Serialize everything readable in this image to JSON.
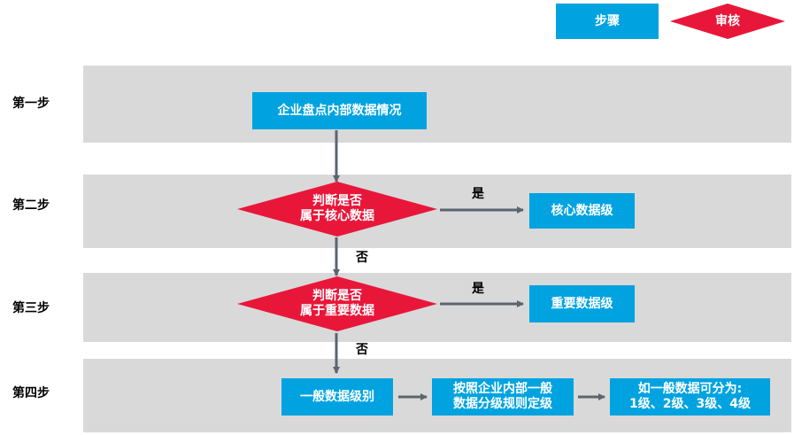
{
  "legend": {
    "step_label": "步骤",
    "review_label": "审核"
  },
  "steps": [
    {
      "label": "第一步"
    },
    {
      "label": "第二步"
    },
    {
      "label": "第三步"
    },
    {
      "label": "第四步"
    }
  ],
  "nodes": {
    "start": "企业盘点内部数据情况",
    "decision1_line1": "判断是否",
    "decision1_line2": "属于核心数据",
    "core": "核心数据级",
    "decision2_line1": "判断是否",
    "decision2_line2": "属于重要数据",
    "important": "重要数据级",
    "general": "一般数据级别",
    "rule_line1": "按照企业内部一般",
    "rule_line2": "数据分级规则定级",
    "levels_line1": "如一般数据可分为:",
    "levels_line2": "1级、2级、3级、4级"
  },
  "edges": {
    "yes1": "是",
    "no1": "否",
    "yes2": "是",
    "no2": "否"
  },
  "colors": {
    "step_box": "#00a3e0",
    "review_diamond": "#e8173a",
    "band": "#d9d9d9",
    "arrow": "#5a6570"
  }
}
